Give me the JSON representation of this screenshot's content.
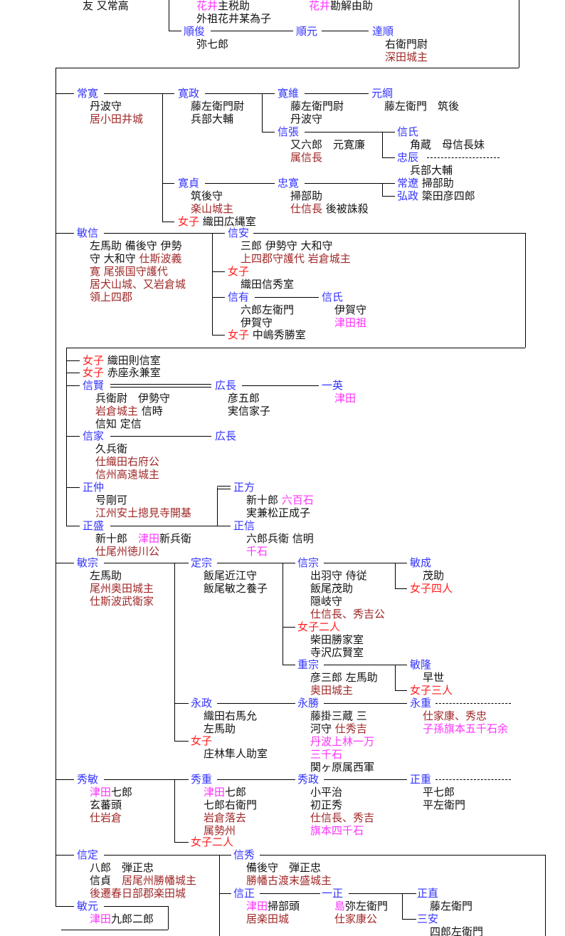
{
  "colors": {
    "b": "#3333ff",
    "k": "#111111",
    "r": "#a02828",
    "m": "#ff33ff",
    "x": "#ff2020"
  },
  "nodes": [
    {
      "id": "top-fragment",
      "lines": [
        [
          [
            "友 又常高",
            "k"
          ]
        ]
      ]
    },
    {
      "id": "hanai-chikaranosuke",
      "lines": [
        [
          [
            "花井",
            "m"
          ],
          [
            "主税助",
            "k"
          ]
        ],
        [
          [
            "外祖花井某為子",
            "k"
          ]
        ]
      ]
    },
    {
      "id": "hanai-kageyu",
      "lines": [
        [
          [
            "花井",
            "m"
          ],
          [
            "勘解由助",
            "k"
          ]
        ]
      ]
    },
    {
      "id": "toshi-shunshun",
      "lines": [
        "順俊",
        "弥七郎"
      ]
    },
    {
      "id": "jungen",
      "lines": [
        "順元"
      ]
    },
    {
      "id": "tatsujun",
      "lines": [
        "達順",
        "右衛門尉",
        [
          [
            "深田城主",
            "r"
          ]
        ]
      ]
    },
    {
      "id": "tsunehiro",
      "lines": [
        "常寛",
        "丹波守",
        [
          [
            "居小田井城",
            "r"
          ]
        ]
      ]
    },
    {
      "id": "hiromasa",
      "lines": [
        "寛政",
        "藤左衛門尉",
        "兵部大輔"
      ]
    },
    {
      "id": "hirotsuna",
      "lines": [
        "寛維",
        "藤左衛門尉",
        "丹波守"
      ]
    },
    {
      "id": "mototsuna",
      "lines": [
        "元綱",
        "藤左衛門　筑後"
      ]
    },
    {
      "id": "nobuhari",
      "lines": [
        "信張",
        "又六郎　元寛廉",
        [
          [
            "属信長",
            "r"
          ]
        ]
      ]
    },
    {
      "id": "nobuuji-1",
      "lines": [
        "信氏",
        "角蔵　母信長妹"
      ]
    },
    {
      "id": "tadatoki",
      "lines": [
        "忠辰",
        "兵部大輔"
      ]
    },
    {
      "id": "hirosada",
      "lines": [
        "寛貞",
        "筑後守",
        [
          [
            "楽山城主",
            "r"
          ]
        ]
      ]
    },
    {
      "id": "tadahiro",
      "lines": [
        "忠寛",
        "掃部助",
        [
          [
            "仕信長",
            "r"
          ],
          [
            " 後被誅殺",
            "k"
          ]
        ]
      ]
    },
    {
      "id": "tsunetou",
      "lines": [
        [
          [
            "常遼",
            "b"
          ],
          [
            " 掃部助",
            "k"
          ]
        ]
      ]
    },
    {
      "id": "hiromasa-2",
      "lines": [
        [
          [
            "弘政",
            "b"
          ],
          [
            " 簗田彦四郎",
            "k"
          ]
        ]
      ]
    },
    {
      "id": "daughter-hirotsuna",
      "lines": [
        [
          [
            "女子",
            "x"
          ],
          [
            " 織田広縄室",
            "k"
          ]
        ]
      ]
    },
    {
      "id": "toshinobu",
      "lines": [
        "敏信",
        "左馬助 備後守 伊勢",
        [
          [
            "守 大和守 ",
            "k"
          ],
          [
            "仕斯波義",
            "r"
          ]
        ],
        [
          [
            "寛 尾張国守護代",
            "r"
          ]
        ],
        [
          [
            "居犬山城、又岩倉城",
            "r"
          ]
        ],
        [
          [
            "領上四郡",
            "r"
          ]
        ]
      ]
    },
    {
      "id": "nobuyasu",
      "lines": [
        "信安",
        "三郎 伊勢守 大和守",
        [
          [
            "上四郡守護代 岩倉城主",
            "r"
          ]
        ]
      ]
    },
    {
      "id": "daughter-nobuhide",
      "lines": [
        [
          [
            "女子",
            "x"
          ]
        ],
        "織田信秀室"
      ]
    },
    {
      "id": "nobuari",
      "lines": [
        "信有",
        "六郎左衛門",
        "伊賀守"
      ]
    },
    {
      "id": "nobuuji-2",
      "lines": [
        "信氏",
        "伊賀守",
        [
          [
            "津田祖",
            "m"
          ]
        ]
      ]
    },
    {
      "id": "daughter-nakajima",
      "lines": [
        [
          [
            "女子",
            "x"
          ],
          [
            " 中嶋秀勝室",
            "k"
          ]
        ]
      ]
    },
    {
      "id": "daughter-norinobu",
      "lines": [
        [
          [
            "女子",
            "x"
          ],
          [
            " 織田則信室",
            "k"
          ]
        ]
      ]
    },
    {
      "id": "daughter-akaza",
      "lines": [
        [
          [
            "女子",
            "x"
          ],
          [
            " 赤座永兼室",
            "k"
          ]
        ]
      ]
    },
    {
      "id": "nobukata",
      "lines": [
        "信賢",
        "兵衛尉　伊勢守",
        [
          [
            "岩倉城主",
            "r"
          ],
          [
            " 信時",
            "k"
          ]
        ],
        "信知 定信"
      ]
    },
    {
      "id": "hironaga-1",
      "lines": [
        "広長",
        "彦五郎",
        "実信家子"
      ]
    },
    {
      "id": "kazuhide",
      "lines": [
        "一英",
        [
          [
            "津田",
            "m"
          ]
        ]
      ]
    },
    {
      "id": "nobuie",
      "lines": [
        "信家",
        "久兵衛",
        [
          [
            "仕織田右府公",
            "r"
          ]
        ],
        [
          [
            "信州高遠城主",
            "r"
          ]
        ]
      ]
    },
    {
      "id": "hironaga-2",
      "lines": [
        "広長"
      ]
    },
    {
      "id": "masanaka",
      "lines": [
        "正仲",
        "号剛可",
        [
          [
            "江州安土摠見寺開基",
            "r"
          ]
        ]
      ]
    },
    {
      "id": "masamori",
      "lines": [
        "正盛",
        [
          [
            "新十郎　",
            "k"
          ],
          [
            "津田",
            "m"
          ],
          [
            "新兵衛",
            "k"
          ]
        ],
        [
          [
            "仕尾州徳川公",
            "r"
          ]
        ]
      ]
    },
    {
      "id": "masakata",
      "lines": [
        "正方",
        [
          [
            "新十郎 ",
            "k"
          ],
          [
            "六百石",
            "m"
          ]
        ],
        "実兼松正成子"
      ]
    },
    {
      "id": "masanobu",
      "lines": [
        "正信",
        "六郎兵衛 信明",
        [
          [
            "千石",
            "m"
          ]
        ]
      ]
    },
    {
      "id": "toshimune",
      "lines": [
        "敏宗",
        "左馬助",
        [
          [
            "尾州奥田城主",
            "r"
          ]
        ],
        [
          [
            "仕斯波武衛家",
            "r"
          ]
        ]
      ]
    },
    {
      "id": "sadamune",
      "lines": [
        "定宗",
        "飯尾近江守",
        "飯尾敏之養子"
      ]
    },
    {
      "id": "nobumune",
      "lines": [
        "信宗",
        "出羽守 侍従",
        "飯尾茂助",
        "隠岐守",
        [
          [
            "仕信長、秀吉公",
            "r"
          ]
        ]
      ]
    },
    {
      "id": "toshishige",
      "lines": [
        "敏成",
        "茂助"
      ]
    },
    {
      "id": "four-daughters",
      "lines": [
        [
          [
            "女子四人",
            "x"
          ]
        ]
      ]
    },
    {
      "id": "two-daughters-1",
      "lines": [
        [
          [
            "女子二人",
            "x"
          ]
        ],
        "柴田勝家室",
        "寺沢広賢室"
      ]
    },
    {
      "id": "shigemune",
      "lines": [
        "重宗",
        "彦三郎 左馬助",
        [
          [
            "奥田城主",
            "r"
          ]
        ]
      ]
    },
    {
      "id": "toshitaka",
      "lines": [
        "敏隆",
        "早世"
      ]
    },
    {
      "id": "three-daughters",
      "lines": [
        [
          [
            "女子三人",
            "x"
          ]
        ]
      ]
    },
    {
      "id": "nagamasa",
      "lines": [
        "永政",
        "織田右馬允",
        "左馬助"
      ]
    },
    {
      "id": "daughter-shobayashi",
      "lines": [
        [
          [
            "女子",
            "x"
          ]
        ],
        "庄林隼人助室"
      ]
    },
    {
      "id": "nagakatsu",
      "lines": [
        "永勝",
        "藤掛三蔵 三",
        [
          [
            "河守 ",
            "k"
          ],
          [
            "仕秀吉",
            "r"
          ]
        ],
        [
          [
            "丹波上林一万",
            "m"
          ]
        ],
        [
          [
            "三千石",
            "m"
          ]
        ],
        "関ヶ原属西軍"
      ]
    },
    {
      "id": "nagashige",
      "lines": [
        "永重",
        [
          [
            "仕家康、秀忠",
            "r"
          ]
        ],
        [
          [
            "子孫旗本五千石余",
            "m"
          ]
        ]
      ]
    },
    {
      "id": "hidetoshi",
      "lines": [
        "秀敏",
        [
          [
            "津田",
            "m"
          ],
          [
            "七郎",
            "k"
          ]
        ],
        "玄蕃頭",
        [
          [
            "仕岩倉",
            "r"
          ]
        ]
      ]
    },
    {
      "id": "hideshige",
      "lines": [
        "秀重",
        [
          [
            "津田",
            "m"
          ],
          [
            "七郎",
            "k"
          ]
        ],
        "七郎右衛門",
        [
          [
            "岩倉落去",
            "r"
          ]
        ],
        [
          [
            "属勢州",
            "r"
          ]
        ]
      ]
    },
    {
      "id": "hidemasa",
      "lines": [
        "秀政",
        "小平治",
        "初正秀",
        [
          [
            "仕信長、秀吉",
            "r"
          ]
        ],
        [
          [
            "旗本四千石",
            "m"
          ]
        ]
      ]
    },
    {
      "id": "masashige",
      "lines": [
        "正重",
        "平七郎",
        "平左衛門"
      ]
    },
    {
      "id": "two-daughters-2",
      "lines": [
        [
          [
            "女子二人",
            "x"
          ]
        ]
      ]
    },
    {
      "id": "nobusada",
      "lines": [
        "信定",
        "八郎　弾正忠",
        [
          [
            "信貞　",
            "k"
          ],
          [
            "居尾州勝幡城主",
            "r"
          ]
        ],
        [
          [
            "後遷春日部郡楽田城",
            "r"
          ]
        ]
      ]
    },
    {
      "id": "nobuhide",
      "lines": [
        "信秀",
        "備後守　弾正忠",
        [
          [
            "勝幡古渡末盛城主",
            "r"
          ]
        ]
      ]
    },
    {
      "id": "nobumasa",
      "lines": [
        "信正",
        [
          [
            "津田",
            "m"
          ],
          [
            "掃部頭",
            "k"
          ]
        ],
        [
          [
            "居楽田城",
            "r"
          ]
        ]
      ]
    },
    {
      "id": "kazumasa",
      "lines": [
        "一正",
        [
          [
            "島",
            "m"
          ],
          [
            "弥左衛門",
            "k"
          ]
        ],
        [
          [
            "仕家康公",
            "r"
          ]
        ]
      ]
    },
    {
      "id": "masanao",
      "lines": [
        "正直",
        "藤左衛門"
      ]
    },
    {
      "id": "sanan",
      "lines": [
        "三安",
        "四郎左衛門"
      ]
    },
    {
      "id": "toshimoto",
      "lines": [
        "敏元",
        [
          [
            "津田",
            "m"
          ],
          [
            "九郎二郎",
            "k"
          ]
        ]
      ]
    }
  ]
}
